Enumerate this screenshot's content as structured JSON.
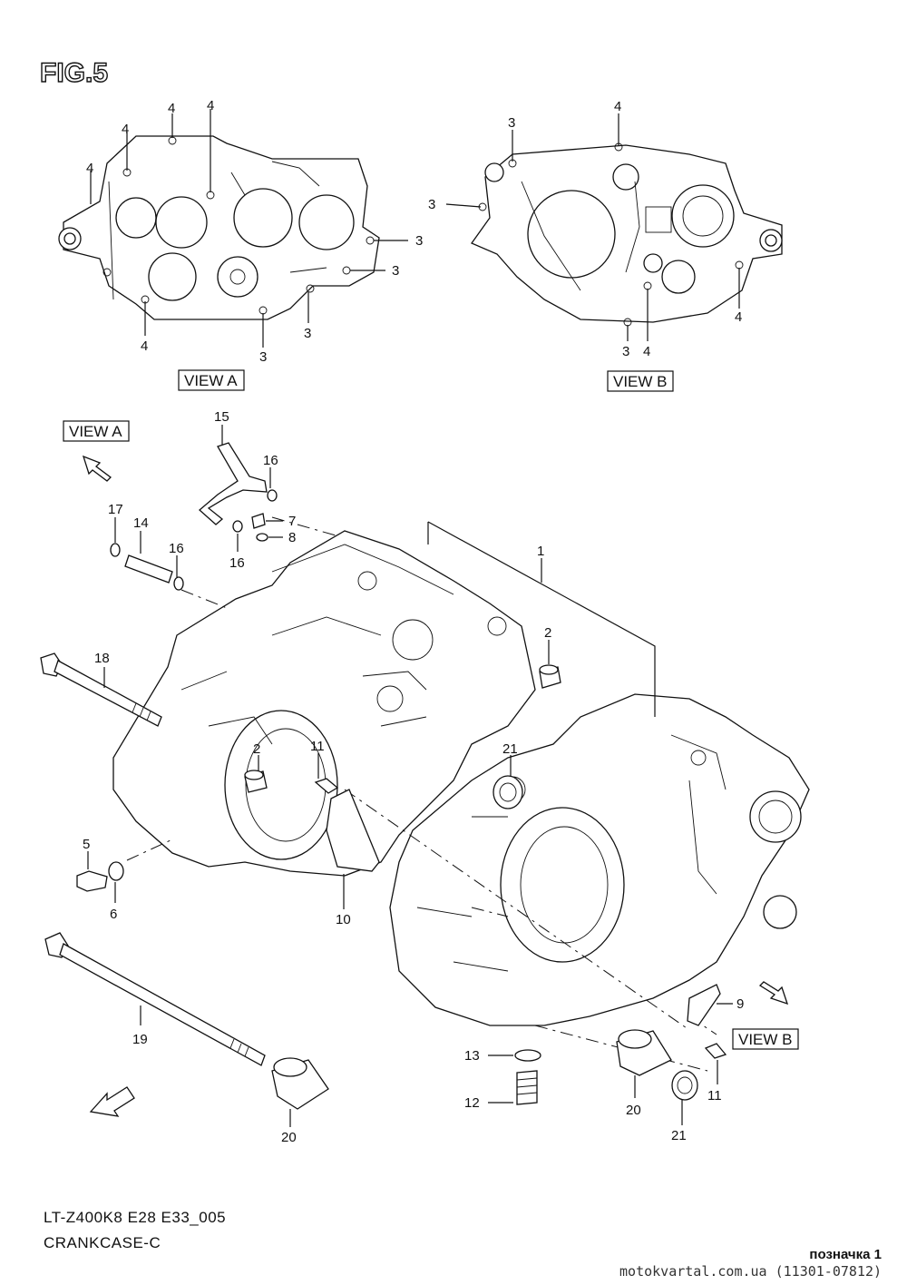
{
  "figure": {
    "title": "FIG.5",
    "views": {
      "a": "VIEW A",
      "b": "VIEW B"
    },
    "callouts": {
      "p1": "1",
      "p2": "2",
      "p3": "3",
      "p4": "4",
      "p5": "5",
      "p6": "6",
      "p7": "7",
      "p8": "8",
      "p9": "9",
      "p10": "10",
      "p11": "11",
      "p12": "12",
      "p13": "13",
      "p14": "14",
      "p15": "15",
      "p16": "16",
      "p17": "17",
      "p18": "18",
      "p19": "19",
      "p20": "20",
      "p21": "21"
    }
  },
  "footer": {
    "code": "LT-Z400K8 E28 E33_005",
    "name": "CRANKCASE-C"
  },
  "marker": "позначка 1",
  "watermark": "motokvartal.com.ua (11301-07812)"
}
